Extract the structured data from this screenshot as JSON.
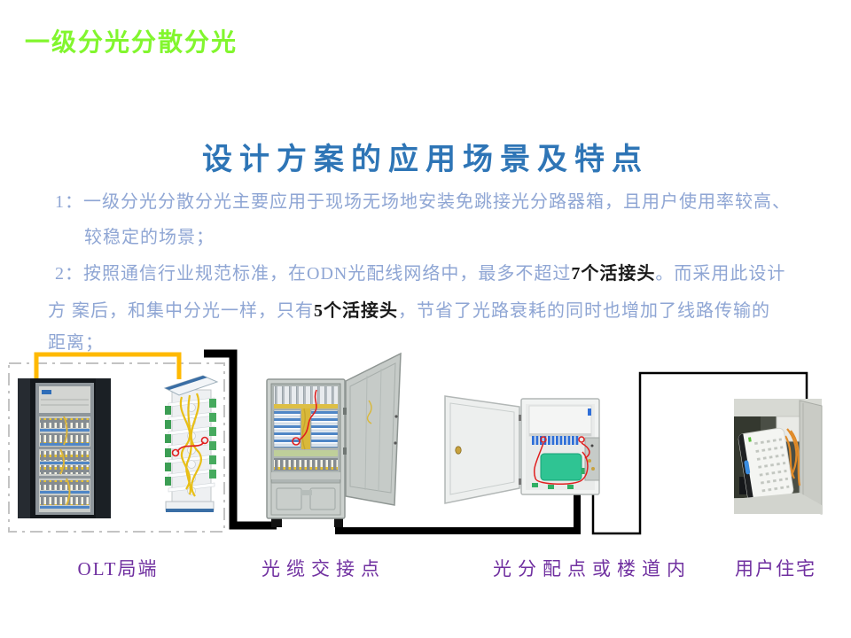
{
  "slide": {
    "title": "一级分光分散分光",
    "heading": "设计方案的应用场景及特点",
    "body": {
      "p1_line1": "1：一级分光分散分光主要应用于现场无场地安装免跳接光分路器箱，且用户使用率较高、",
      "p1_line2": "较稳定的场景；",
      "p2_line1_pre": "2：按照通信行业规范标准，在ODN光配线网络中，最多不超过",
      "p2_line1_em": "7个活接头",
      "p2_line1_post": "。而采用此设计",
      "p2_line2_pre": "方 案后，和集中分光一样，只有",
      "p2_line2_em": "5个活接头",
      "p2_line2_post": "，节省了光路衰耗的同时也增加了线路传输的",
      "p2_line3": "距离；"
    },
    "diagram": {
      "labels": [
        "OLT局端",
        "光缆交接点",
        "光分配点或楼道内",
        "用户住宅"
      ]
    },
    "colors": {
      "title_green": "#82F62E",
      "heading_blue": "#2E75B6",
      "body_blue": "#8FA6D4",
      "emphasis_black": "#1A1A1A",
      "label_purple": "#7030A0",
      "link_orange": "#FFB900",
      "link_black": "#000000",
      "dashed_outline_gray": "#C3C3C3"
    }
  }
}
